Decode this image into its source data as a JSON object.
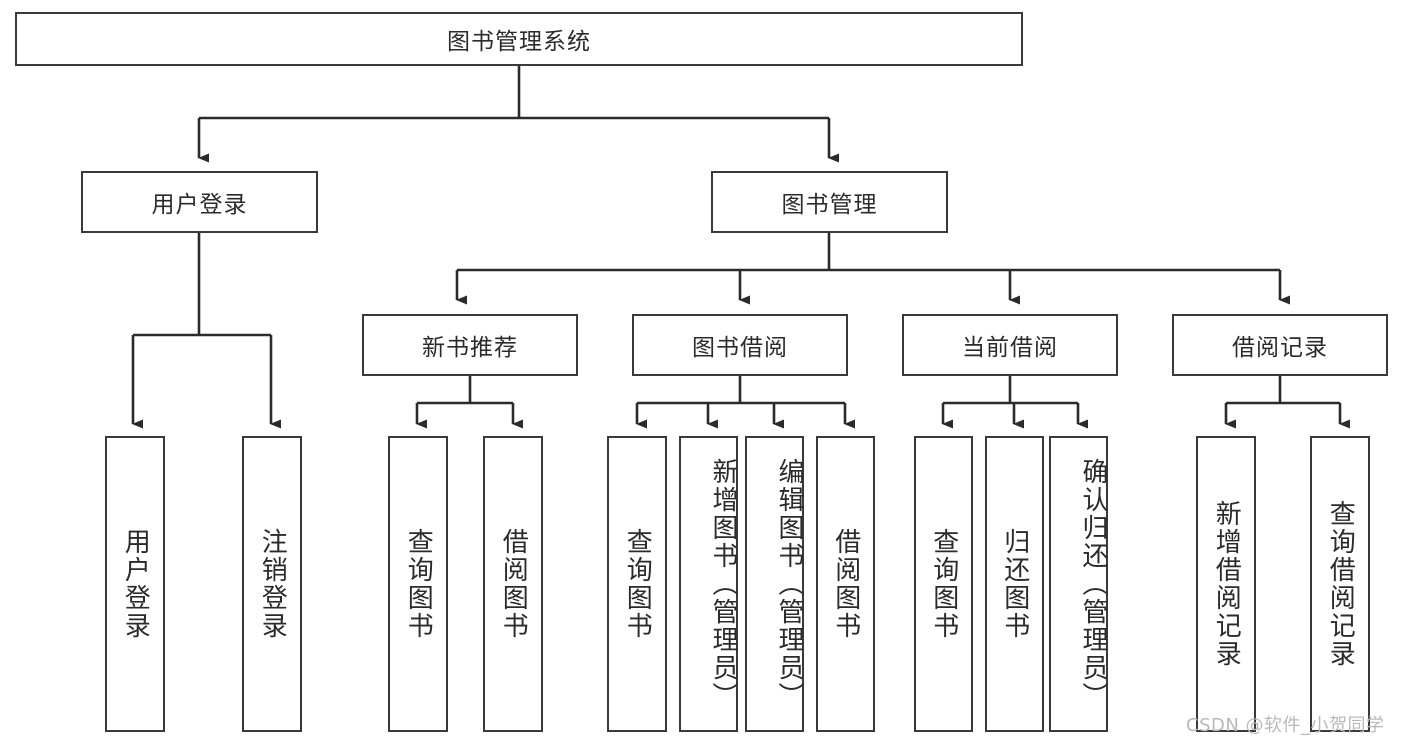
{
  "diagram": {
    "title": "图书管理系统",
    "watermark": "CSDN @软件_小贺同学",
    "colors": {
      "box_border": "#3a3a3a",
      "box_fill": "#ffffff",
      "edge": "#2b2b2b",
      "text": "#2b2b2b",
      "watermark": "#b9b9b9",
      "background": "#ffffff"
    },
    "level1": {
      "root": "图书管理系统"
    },
    "level2": [
      {
        "label": "用户登录"
      },
      {
        "label": "图书管理"
      }
    ],
    "level3": [
      {
        "label": "新书推荐"
      },
      {
        "label": "图书借阅"
      },
      {
        "label": "当前借阅"
      },
      {
        "label": "借阅记录"
      }
    ],
    "leaves": [
      {
        "label": "用户登录",
        "parent": "用户登录"
      },
      {
        "label": "注销登录",
        "parent": "用户登录"
      },
      {
        "label": "查询图书",
        "parent": "新书推荐"
      },
      {
        "label": "借阅图书",
        "parent": "新书推荐"
      },
      {
        "label": "查询图书",
        "parent": "图书借阅"
      },
      {
        "label": "新增图书（管理员）",
        "parent": "图书借阅"
      },
      {
        "label": "编辑图书（管理员）",
        "parent": "图书借阅"
      },
      {
        "label": "借阅图书",
        "parent": "图书借阅"
      },
      {
        "label": "查询图书",
        "parent": "当前借阅"
      },
      {
        "label": "归还图书",
        "parent": "当前借阅"
      },
      {
        "label": "确认归还（管理员）",
        "parent": "当前借阅"
      },
      {
        "label": "新增借阅记录",
        "parent": "借阅记录"
      },
      {
        "label": "查询借阅记录",
        "parent": "借阅记录"
      }
    ]
  }
}
